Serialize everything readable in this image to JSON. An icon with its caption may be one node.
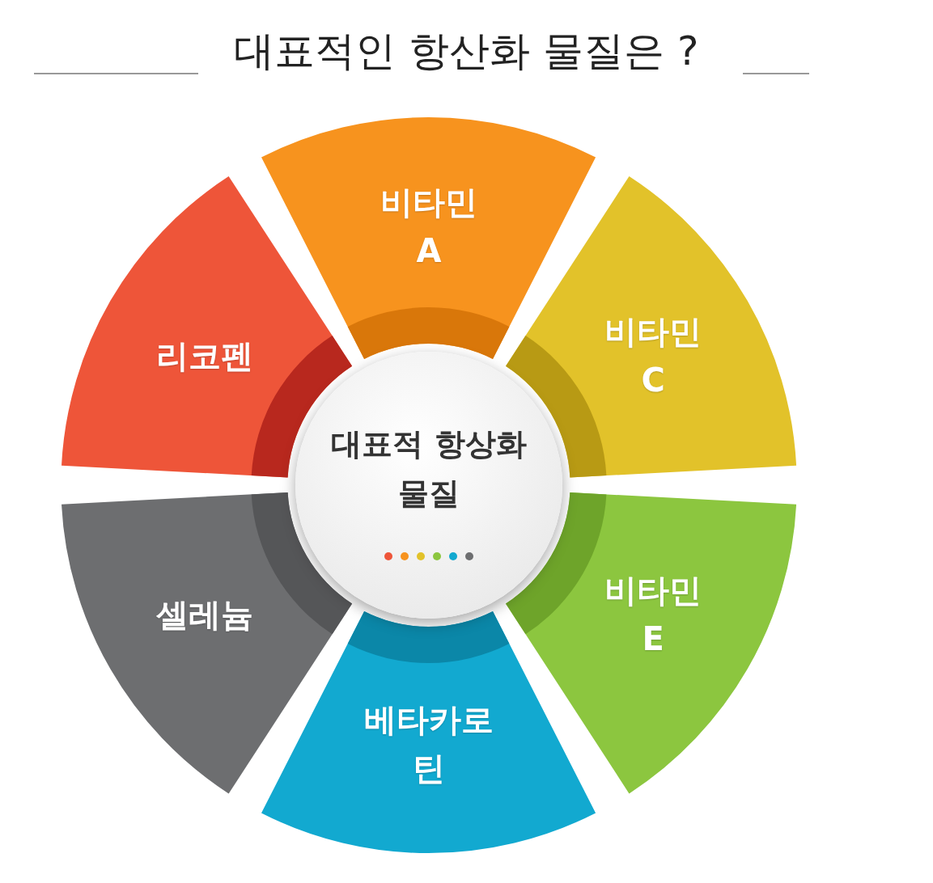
{
  "diagram": {
    "title": "대표적인 항산화 물질은 ?",
    "nodes": [
      {
        "text": [
          "대표적 항상화 물질"
        ]
      },
      {
        "text": [
          "비타민 A"
        ]
      },
      {
        "text": [
          "비타민 C"
        ]
      },
      {
        "text": [
          "비타민 E"
        ]
      },
      {
        "text": [
          "베타카로틴"
        ]
      },
      {
        "text": [
          "셀레늄"
        ]
      },
      {
        "text": [
          "리코펜"
        ]
      }
    ],
    "edges": []
  }
}
